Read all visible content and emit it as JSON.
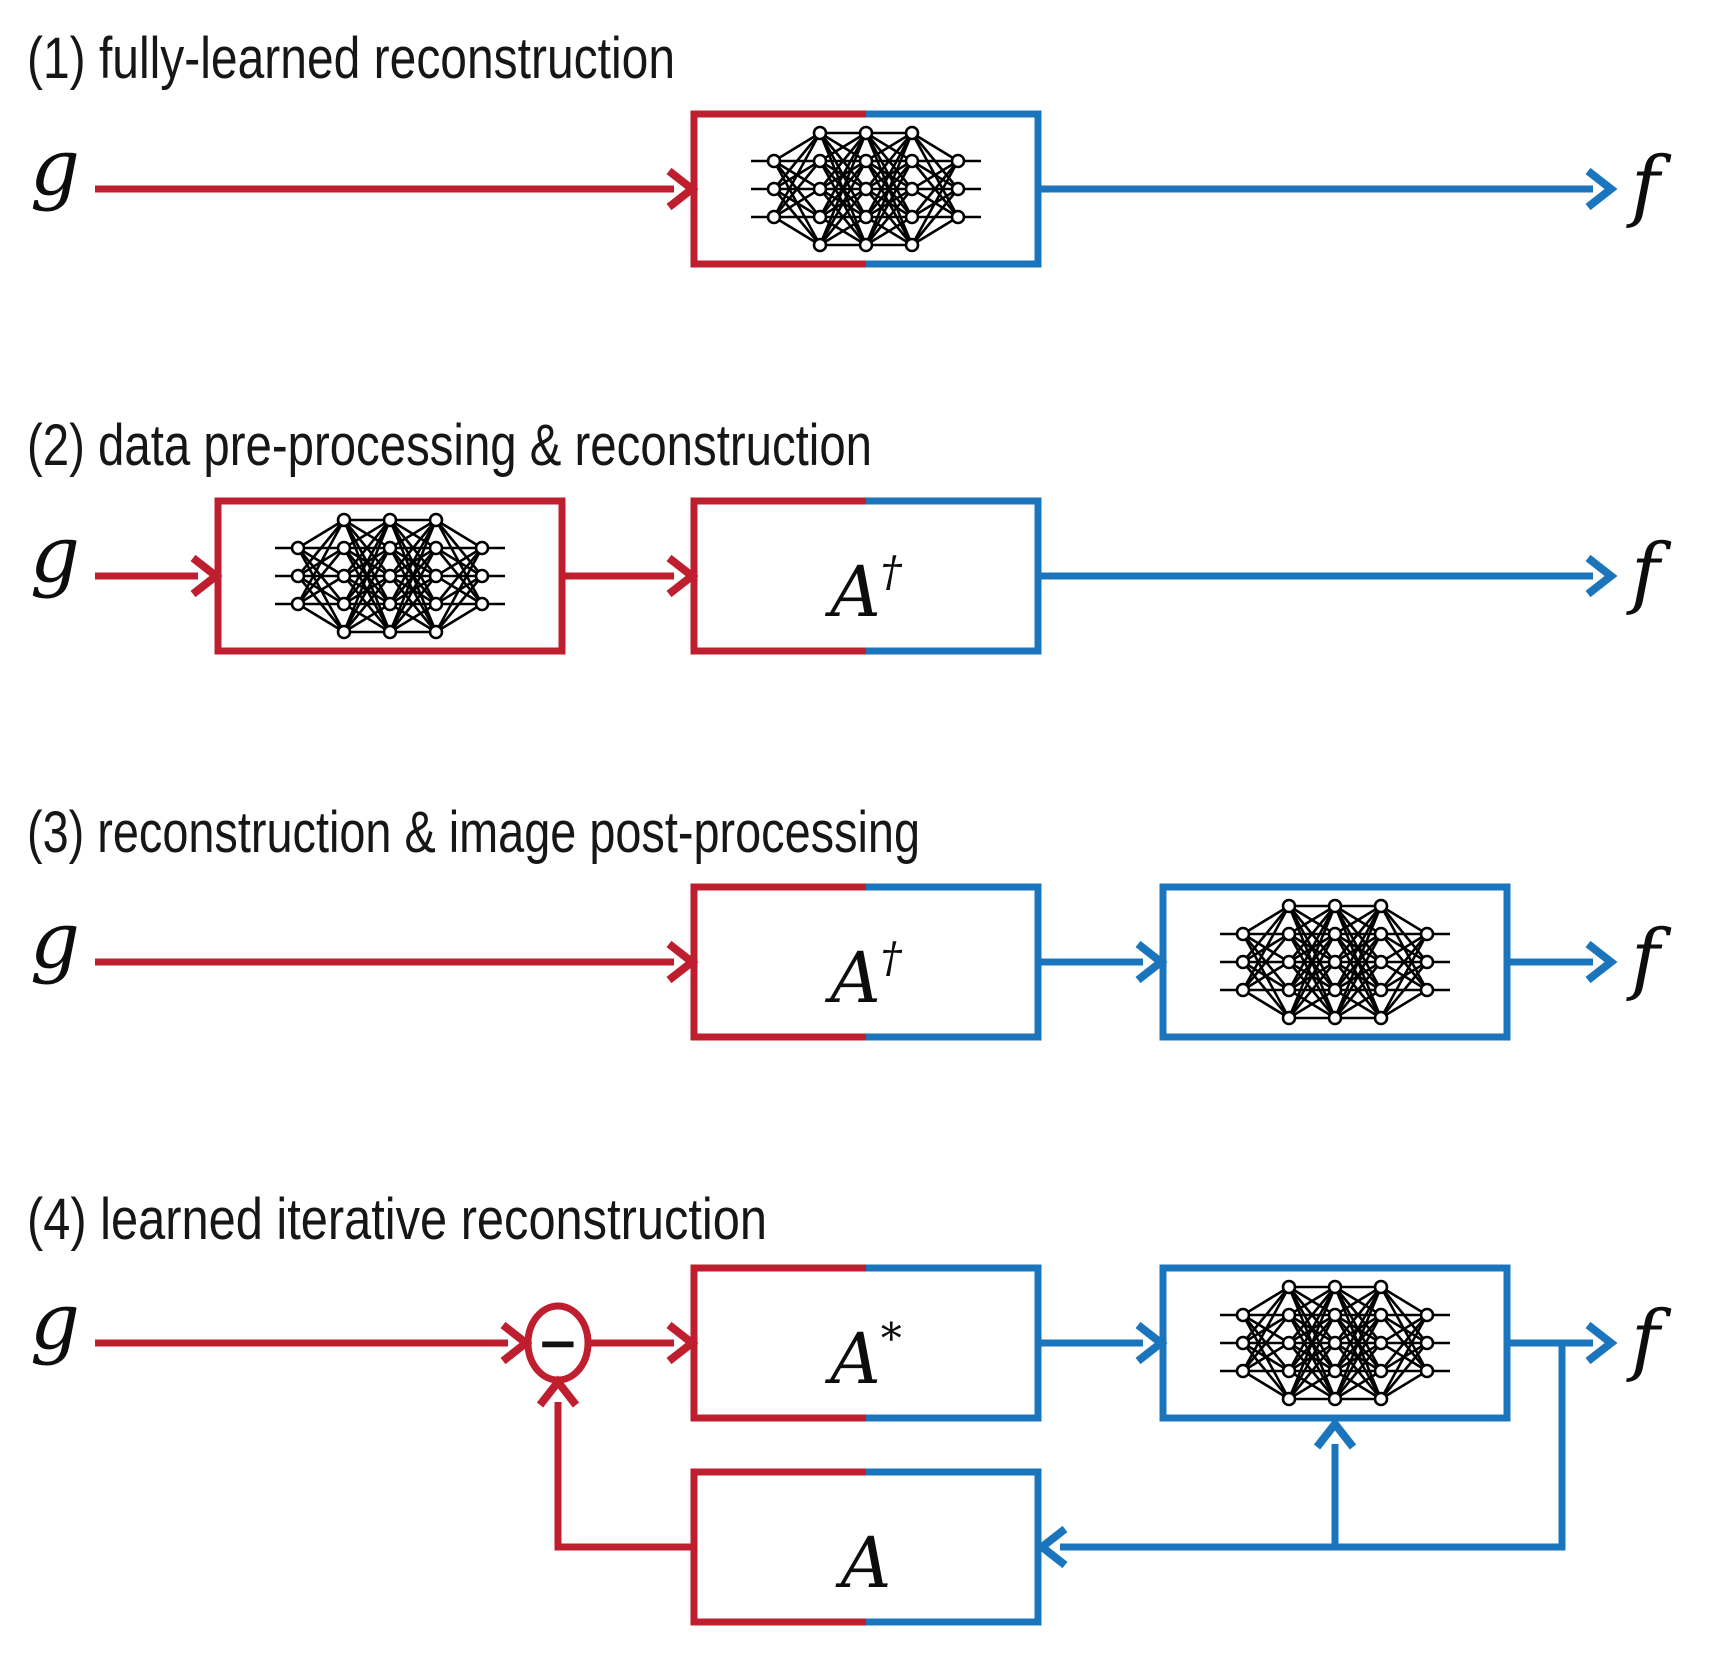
{
  "figure": {
    "colors": {
      "data_domain_red": "#be1e2d",
      "image_domain_blue": "#1b75bc",
      "ink_black": "#141414",
      "background": "#ffffff"
    },
    "icons": {
      "neural_network_icon": "fully-connected 3-5-5-5-3 node graph",
      "difference_icon": "−"
    },
    "rows": [
      {
        "title": "(1) fully-learned reconstruction",
        "input_label": "g",
        "output_label": "f"
      },
      {
        "title": "(2) data pre-processing & reconstruction",
        "input_label": "g",
        "output_label": "f",
        "operator": {
          "base": "A",
          "sup": "†"
        }
      },
      {
        "title": "(3) reconstruction & image post-processing",
        "input_label": "g",
        "output_label": "f",
        "operator": {
          "base": "A",
          "sup": "†"
        }
      },
      {
        "title": "(4) learned iterative reconstruction",
        "input_label": "g",
        "output_label": "f",
        "difference_sign": "−",
        "operator_adjoint": {
          "base": "A",
          "sup": "*"
        },
        "operator_forward": {
          "base": "A",
          "sup": ""
        }
      }
    ]
  }
}
